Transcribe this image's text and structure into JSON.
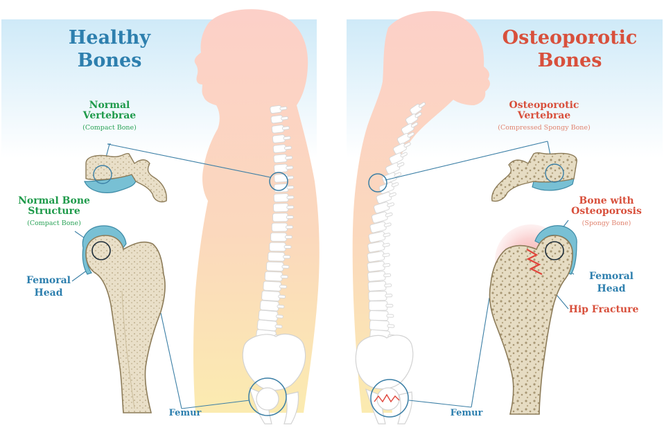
{
  "left": {
    "title_line1": "Healthy",
    "title_line2": "Bones",
    "vertebrae_line1": "Normal",
    "vertebrae_line2": "Vertebrae",
    "vertebrae_sub": "(Compact Bone)",
    "structure_line1": "Normal Bone",
    "structure_line2": "Structure",
    "structure_sub": "(Compact Bone)",
    "head_line1": "Femoral",
    "head_line2": "Head",
    "femur": "Femur"
  },
  "right": {
    "title_line1": "Osteoporotic",
    "title_line2": "Bones",
    "vertebrae_line1": "Osteoporotic",
    "vertebrae_line2": "Vertebrae",
    "vertebrae_sub": "(Compressed Spongy Bone)",
    "structure_line1": "Bone with",
    "structure_line2": "Osteoporosis",
    "structure_sub": "(Spongy Bone)",
    "head_line1": "Femoral",
    "head_line2": "Head",
    "fracture": "Hip Fracture",
    "femur": "Femur"
  },
  "colors": {
    "healthy": "#2d7fae",
    "osteoporotic": "#d8503c",
    "compact_label": "#1e9a4a",
    "sky": "#d5eef9",
    "body_top": "#fbd3cb",
    "body_bottom": "#fbe6a4",
    "bone_fill": "#e7dcc3",
    "cartilage": "#6bb9cf"
  },
  "icons": [
    "spine-icon",
    "pelvis-icon",
    "femur-icon",
    "vertebra-icon",
    "magnifier-circle-icon",
    "fracture-icon"
  ]
}
